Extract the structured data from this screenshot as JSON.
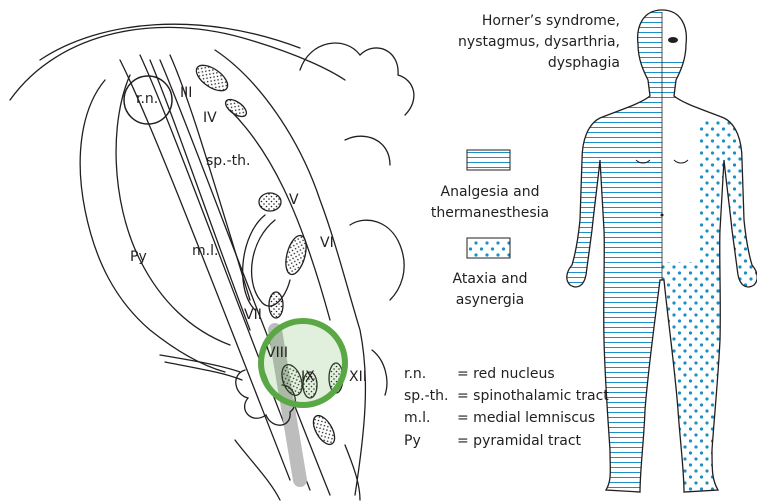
{
  "brainstem": {
    "labels": {
      "rn": "r.n.",
      "iii": "III",
      "iv": "IV",
      "spth": "sp.-th.",
      "v": "V",
      "vi": "VI",
      "py": "Py",
      "ml": "m.l.",
      "vii": "VII",
      "viii": "VIII",
      "ix": "IX",
      "xii": "XII"
    },
    "lesion_color": "#5aa845"
  },
  "body_figure": {
    "deficit_heading": [
      "Horner’s syndrome,",
      "nystagmus, dysarthria,",
      "dysphagia"
    ],
    "stripe_color": "#1b8fc6",
    "dot_color": "#1b8fc6"
  },
  "legend": {
    "analgesia": [
      "Analgesia and",
      "thermanesthesia"
    ],
    "ataxia": [
      "Ataxia and",
      "asynergia"
    ]
  },
  "glossary": [
    {
      "abbr": "r.n.",
      "def": "= red nucleus"
    },
    {
      "abbr": "sp.-th.",
      "def": "= spinothalamic tract"
    },
    {
      "abbr": "m.l.",
      "def": "= medial lemniscus"
    },
    {
      "abbr": "Py",
      "def": "= pyramidal tract"
    }
  ]
}
